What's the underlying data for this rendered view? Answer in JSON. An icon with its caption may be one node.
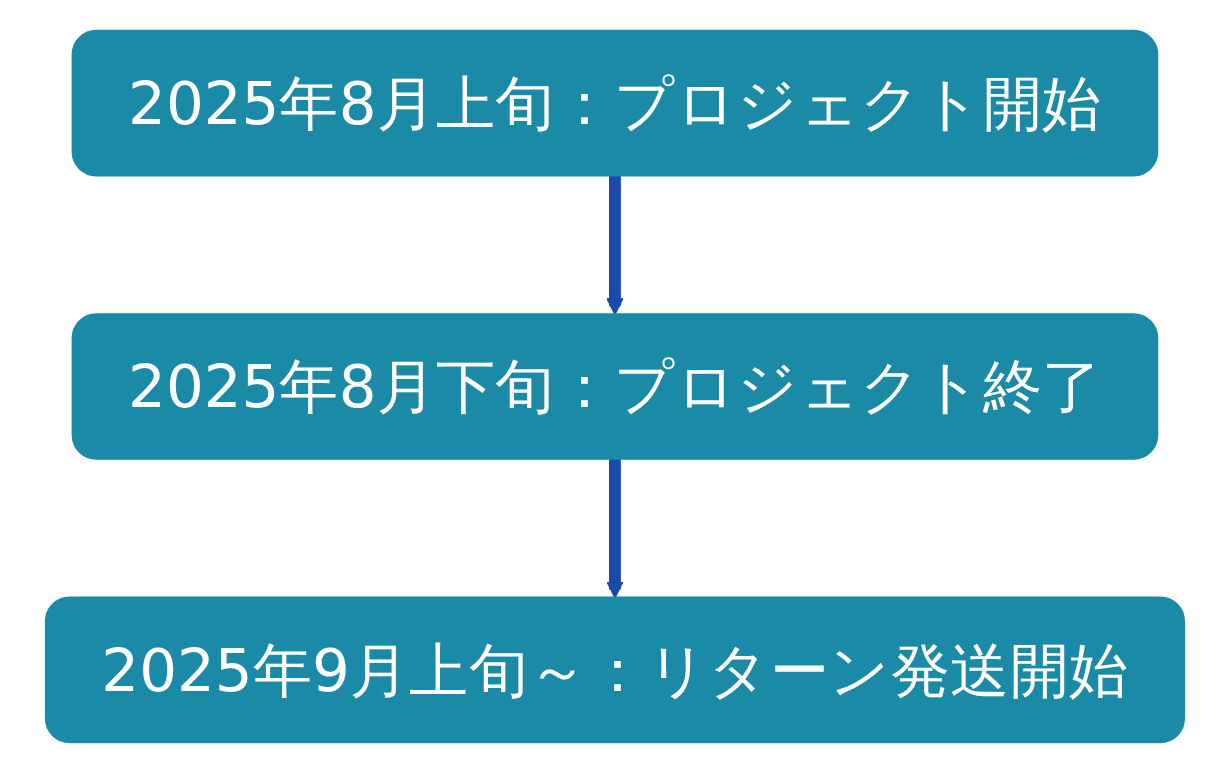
{
  "diagram": {
    "nodes": [
      {
        "text": [
          "2025年8月上旬：プロジェクト開始"
        ]
      },
      {
        "text": [
          "2025年8月下旬：プロジェクト終了"
        ]
      },
      {
        "text": [
          "2025年9月上旬～：リターン発送開始"
        ]
      }
    ],
    "edges": [
      {
        "from": 0,
        "to": 1,
        "arrow": "to"
      },
      {
        "from": 1,
        "to": 2,
        "arrow": "to"
      }
    ]
  }
}
